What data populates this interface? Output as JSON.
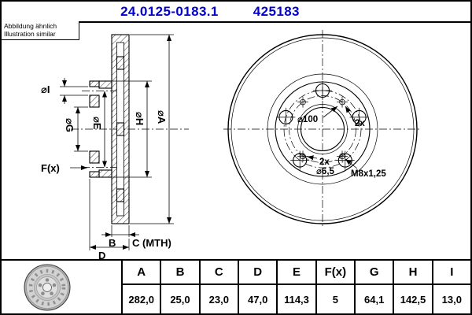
{
  "header": {
    "part_number": "24.0125-0183.1",
    "ref_number": "425183"
  },
  "note": {
    "line1": "Abbildung ähnlich",
    "line2": "Illustration similar"
  },
  "section": {
    "labels": {
      "dia_i": "⌀I",
      "dia_g": "⌀G",
      "dia_e": "⌀E",
      "dia_h": "⌀H",
      "dia_a": "⌀A",
      "f": "F(x)",
      "b": "B",
      "c": "C (MTH)",
      "d": "D"
    }
  },
  "front": {
    "labels": {
      "pcd": "⌀100",
      "count_right": "2x",
      "count_bottom": "2x",
      "dia_65": "⌀6,5",
      "thread": "M8x1,25"
    }
  },
  "table": {
    "headers": [
      "A",
      "B",
      "C",
      "D",
      "E",
      "F(x)",
      "G",
      "H",
      "I"
    ],
    "values": [
      "282,0",
      "25,0",
      "23,0",
      "47,0",
      "114,3",
      "5",
      "64,1",
      "142,5",
      "13,0"
    ]
  },
  "colors": {
    "accent_blue": "#0000CC",
    "line_black": "#000000"
  }
}
